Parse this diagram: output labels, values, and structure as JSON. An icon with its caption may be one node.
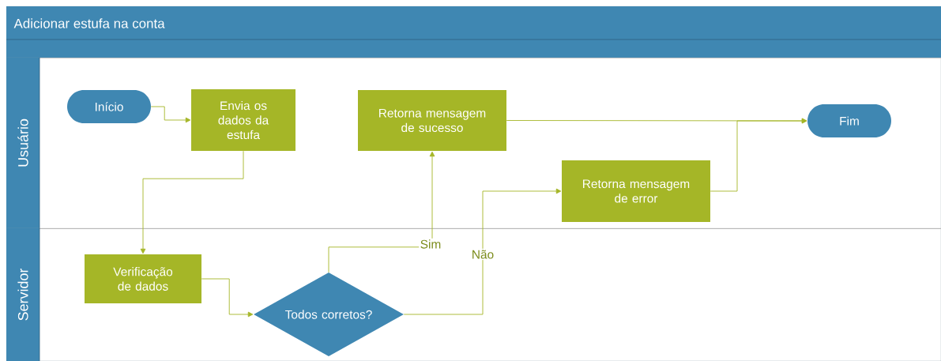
{
  "diagram": {
    "nodes": [
      {
        "text": [
          "Adicionar estufa na conta"
        ]
      },
      {
        "text": [
          "Usuário"
        ],
        "in": 0
      },
      {
        "text": [
          "Servidor"
        ],
        "in": 0
      },
      {
        "text": [
          "Início"
        ],
        "in": 1
      },
      {
        "text": [
          "Envia os dados da estufa"
        ],
        "in": 1
      },
      {
        "text": [
          "Retorna mensagem de sucesso"
        ],
        "in": 1
      },
      {
        "text": [
          "Retorna mensagem de error"
        ],
        "in": 1
      },
      {
        "text": [
          "Fim"
        ],
        "in": 1
      },
      {
        "text": [
          "Verificação de dados"
        ],
        "in": 2
      },
      {
        "text": [
          "Todos corretos?"
        ],
        "in": 2
      }
    ],
    "edges": [
      {
        "from": 3,
        "to": 4,
        "arrow": "to"
      },
      {
        "from": 4,
        "to": 8,
        "arrow": "to"
      },
      {
        "from": 8,
        "to": 9,
        "arrow": "to"
      },
      {
        "from": 9,
        "to": 5,
        "arrow": "to",
        "label": "Sim"
      },
      {
        "from": 9,
        "to": 6,
        "arrow": "to",
        "label": "Não"
      },
      {
        "from": 5,
        "to": 7,
        "arrow": "to"
      },
      {
        "from": 6,
        "to": 7,
        "arrow": "to"
      }
    ]
  }
}
